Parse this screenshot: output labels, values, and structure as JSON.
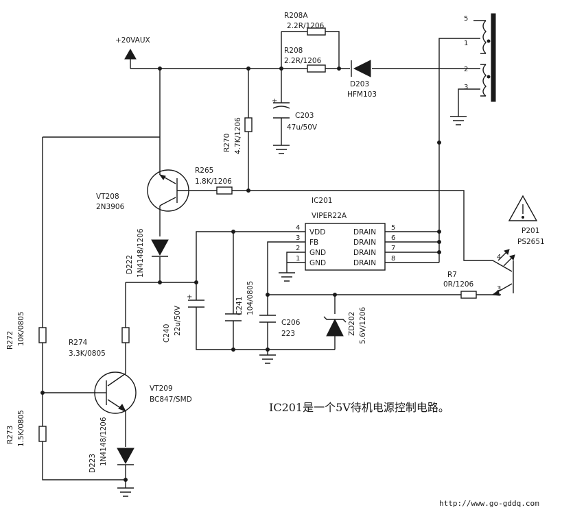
{
  "supply": {
    "label": "+20VAUX"
  },
  "transformer": {
    "pins": [
      "5",
      "1",
      "2",
      "3"
    ]
  },
  "components": {
    "r208a": {
      "ref": "R208A",
      "value": "2.2R/1206"
    },
    "r208": {
      "ref": "R208",
      "value": "2.2R/1206"
    },
    "d203": {
      "ref": "D203",
      "value": "HFM103"
    },
    "c203": {
      "ref": "C203",
      "value": "47u/50V"
    },
    "r270": {
      "ref": "R270",
      "value": "4.7K/1206"
    },
    "vt208": {
      "ref": "VT208",
      "value": "2N3906"
    },
    "r265": {
      "ref": "R265",
      "value": "1.8K/1206"
    },
    "d222": {
      "ref": "D222",
      "value": "1N4148/1206"
    },
    "r272": {
      "ref": "R272",
      "value": "10K/0805"
    },
    "r274": {
      "ref": "R274",
      "value": "3.3K/0805"
    },
    "vt209": {
      "ref": "VT209",
      "value": "BC847/SMD"
    },
    "r273": {
      "ref": "R273",
      "value": "1.5K/0805"
    },
    "d223": {
      "ref": "D223",
      "value": "1N4148/1206"
    },
    "c240": {
      "ref": "C240",
      "value": "22u/50V"
    },
    "c241": {
      "ref": "C241",
      "value": "104/0805"
    },
    "c206": {
      "ref": "C206",
      "value": "223"
    },
    "zd202": {
      "ref": "ZD202",
      "value": "5.6V/1206"
    },
    "r7": {
      "ref": "R7",
      "value": "0R/1206"
    },
    "p201": {
      "ref": "P201",
      "value": "PS2651"
    }
  },
  "ic": {
    "ref": "IC201",
    "part": "VIPER22A",
    "left_pins": [
      {
        "num": "4",
        "name": "VDD"
      },
      {
        "num": "3",
        "name": "FB"
      },
      {
        "num": "2",
        "name": "GND"
      },
      {
        "num": "1",
        "name": "GND"
      }
    ],
    "right_pins": [
      {
        "num": "5",
        "name": "DRAIN"
      },
      {
        "num": "6",
        "name": "DRAIN"
      },
      {
        "num": "7",
        "name": "DRAIN"
      },
      {
        "num": "8",
        "name": "DRAIN"
      }
    ]
  },
  "optocoupler_pins": {
    "top": "4",
    "bottom": "3"
  },
  "note": "IC201是一个5V待机电源控制电路。",
  "website": "http://www.go-gddq.com"
}
